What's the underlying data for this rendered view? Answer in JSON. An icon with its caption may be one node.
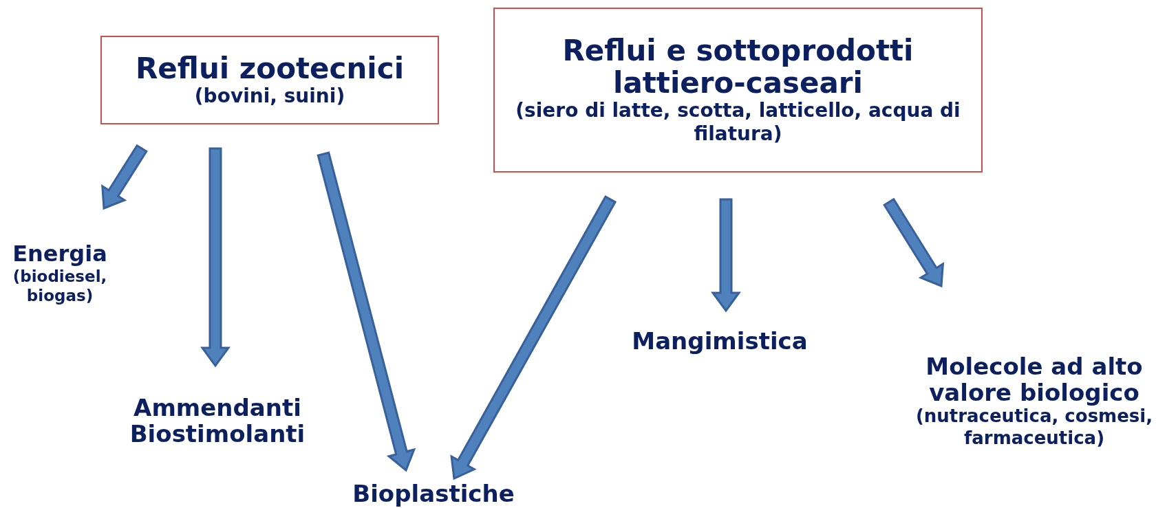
{
  "diagram": {
    "nodes": [
      {
        "text": [
          "Reflui zootecnici",
          "(bovini, suini)"
        ]
      },
      {
        "text": [
          "Reflui e sottoprodotti lattiero-caseari",
          "(siero di latte, scotta, latticello, acqua di filatura)"
        ]
      },
      {
        "text": [
          "Energia",
          "(biodiesel, biogas)"
        ]
      },
      {
        "text": [
          "Ammendanti Biostimolanti"
        ]
      },
      {
        "text": [
          "Bioplastiche"
        ]
      },
      {
        "text": [
          "Mangimistica"
        ]
      },
      {
        "text": [
          "Molecole ad alto valore biologico",
          "(nutraceutica, cosmesi, farmaceutica)"
        ]
      }
    ],
    "edges": [
      {
        "from": 0,
        "to": 2,
        "arrow": "to"
      },
      {
        "from": 0,
        "to": 3,
        "arrow": "to"
      },
      {
        "from": 0,
        "to": 4,
        "arrow": "to"
      },
      {
        "from": 1,
        "to": 4,
        "arrow": "to"
      },
      {
        "from": 1,
        "to": 5,
        "arrow": "to"
      },
      {
        "from": 1,
        "to": 6,
        "arrow": "to"
      }
    ]
  }
}
